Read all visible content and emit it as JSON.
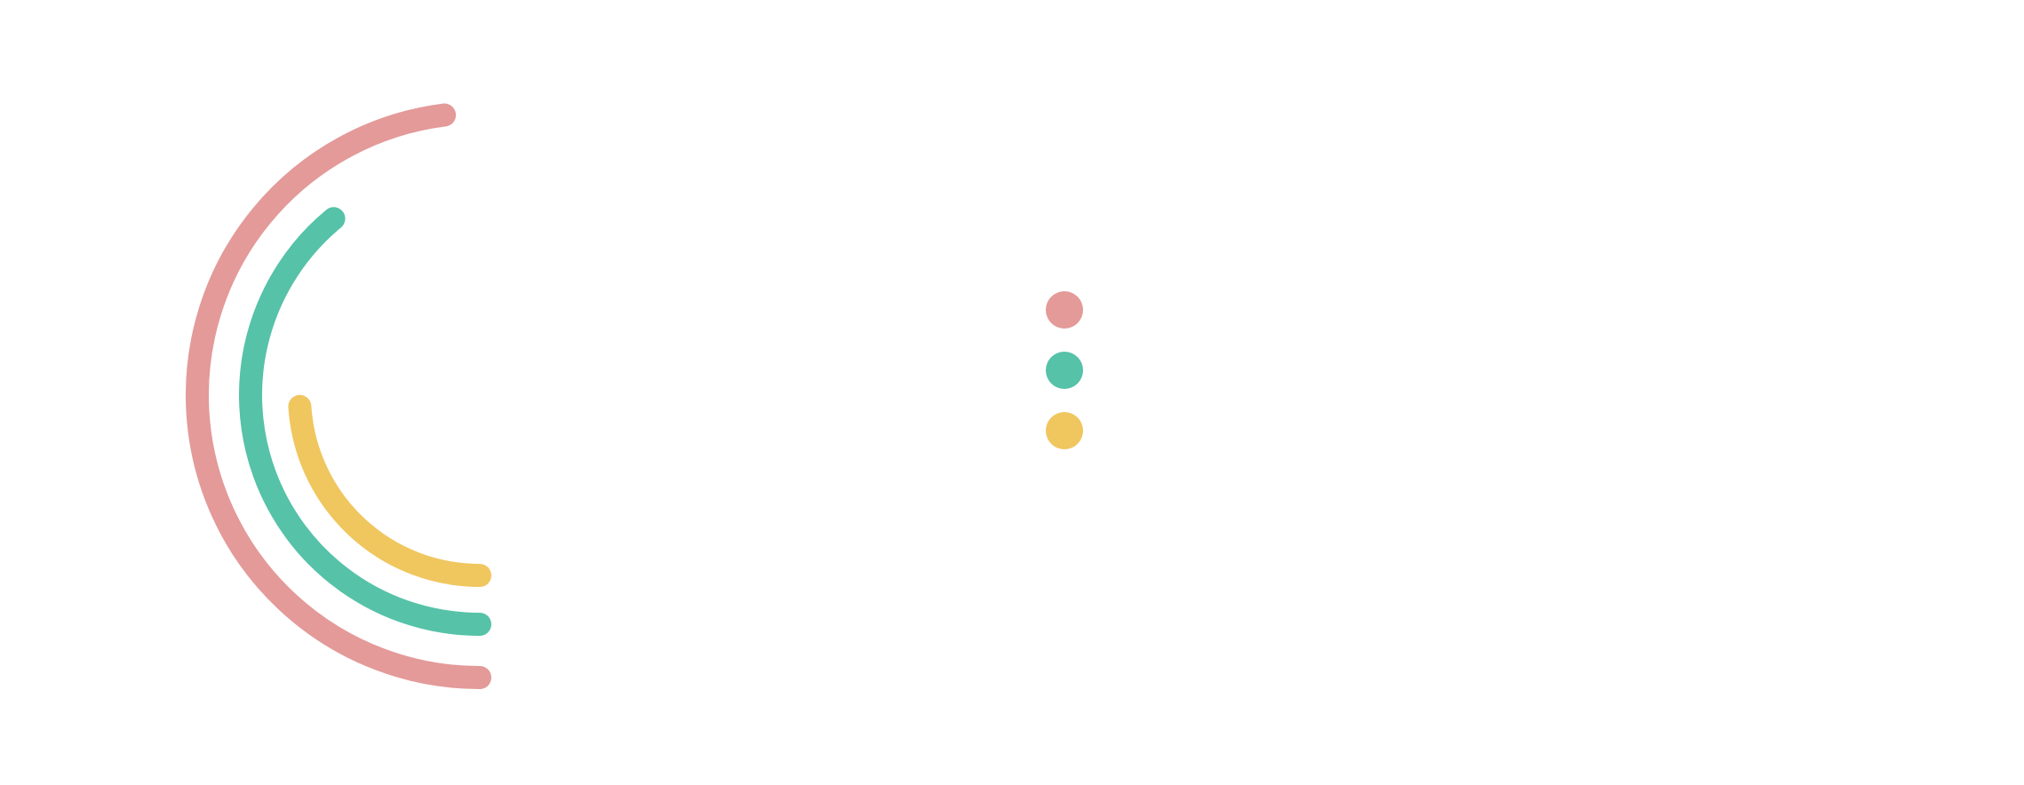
{
  "chart_data": {
    "type": "radialBar",
    "title": "",
    "max": 100,
    "start": "bottom",
    "direction": "clockwise",
    "series": [
      {
        "value": 48,
        "color": "#E39A99"
      },
      {
        "value": 39,
        "color": "#56C2A8"
      },
      {
        "value": 24,
        "color": "#F0C65F"
      }
    ],
    "legend": {
      "position": "center-right",
      "labels_visible": false
    }
  }
}
